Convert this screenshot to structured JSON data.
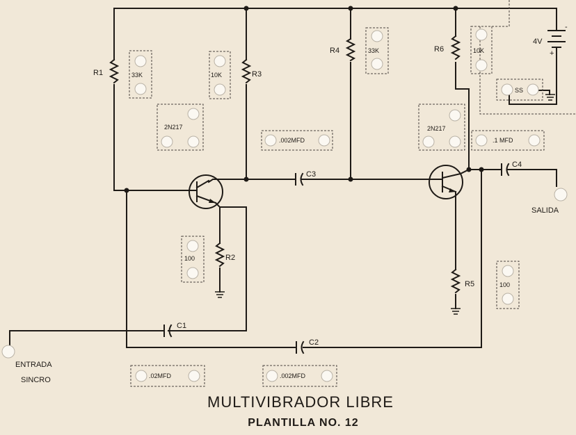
{
  "board": {
    "title": "MULTIVIBRADOR LIBRE",
    "subtitle": "PLANTILLA NO. 12"
  },
  "components": {
    "r1": "R1",
    "r2": "R2",
    "r3": "R3",
    "r4": "R4",
    "r5": "R5",
    "r6": "R6",
    "c1": "C1",
    "c2": "C2",
    "c3": "C3",
    "c4": "C4",
    "battery": "4V",
    "battery_plus": "+",
    "battery_minus": "-"
  },
  "pads": {
    "r1_value": "33K",
    "r3_value": "10K",
    "r4_value": "33K",
    "r6_value": "10K",
    "r2_value": "100",
    "r5_value": "100",
    "q1_type": "2N217",
    "q2_type": "2N217",
    "c3_value": ".002MFD",
    "c4_value": ".1 MFD",
    "c1_value": ".02MFD",
    "c2_value": ".002MFD",
    "switch_label": "SS"
  },
  "io": {
    "input_line1": "ENTRADA",
    "input_line2": "SINCRO",
    "output": "SALIDA"
  }
}
